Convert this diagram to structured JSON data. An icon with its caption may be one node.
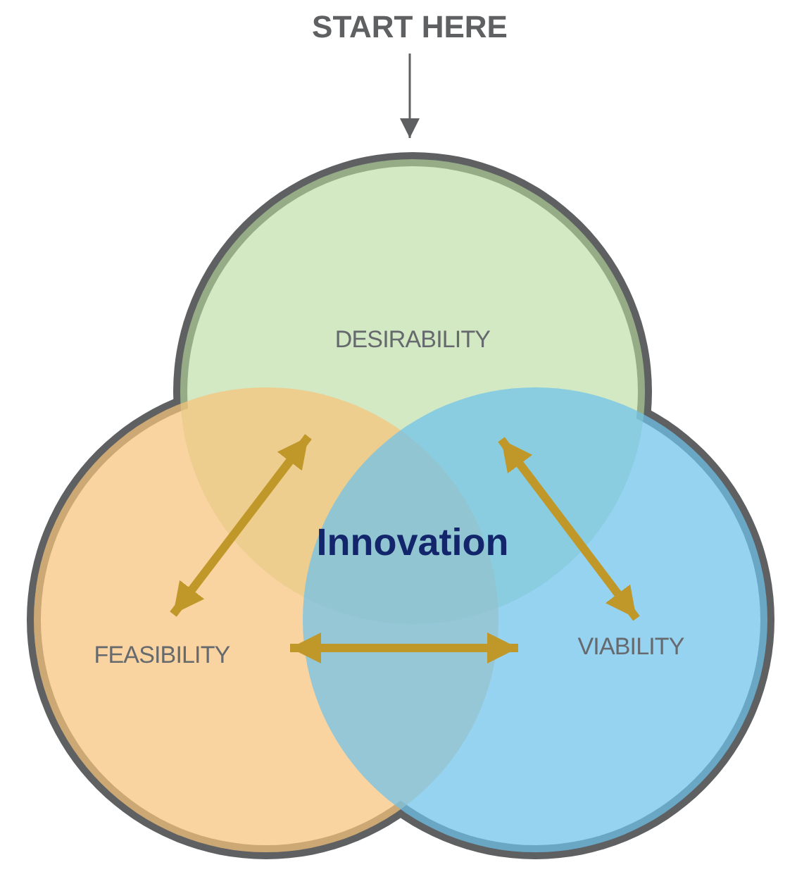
{
  "diagram": {
    "nodes": [
      {
        "text": [
          "START HERE"
        ]
      },
      {
        "text": [
          "DESIRABILITY"
        ]
      },
      {
        "text": [
          "FEASIBILITY"
        ]
      },
      {
        "text": [
          "VIABILITY"
        ]
      },
      {
        "text": [
          "Innovation"
        ]
      }
    ],
    "edges": [
      {
        "from": 0,
        "to": 1,
        "arrow": "to",
        "color": "#5f6062"
      },
      {
        "from": 2,
        "to": 1,
        "arrow": "both"
      },
      {
        "from": 1,
        "to": 3,
        "arrow": "both"
      },
      {
        "from": 2,
        "to": 3,
        "arrow": "both"
      }
    ]
  }
}
